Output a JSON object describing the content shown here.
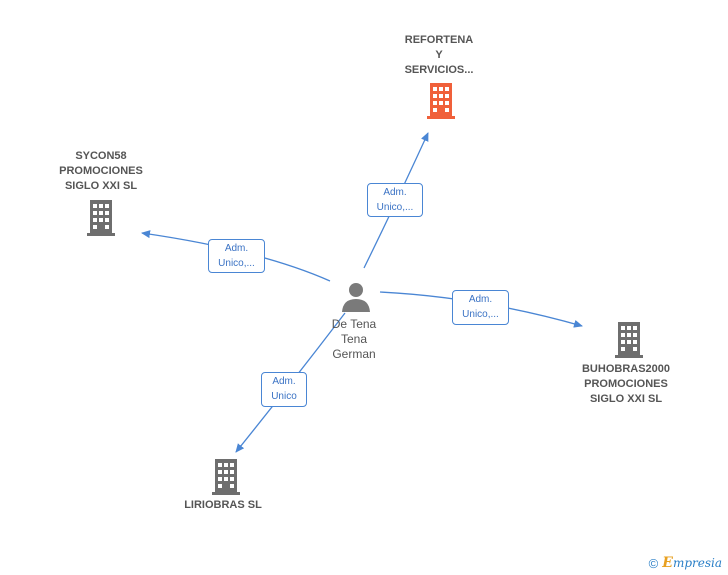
{
  "colors": {
    "edge": "#4a86d4",
    "building_default": "#6e6e6e",
    "building_highlight": "#f0603a",
    "person": "#7a7a7a",
    "text": "#555555"
  },
  "person": {
    "name": "De Tena\nTena\nGerman",
    "icon": "person-icon"
  },
  "companies": [
    {
      "id": "refortena",
      "name": "REFORTENA\nY\nSERVICIOS...",
      "icon": "building-icon",
      "highlight": true
    },
    {
      "id": "sycon58",
      "name": "SYCON58\nPROMOCIONES\nSIGLO XXI  SL",
      "icon": "building-icon",
      "highlight": false
    },
    {
      "id": "buhobras",
      "name": "BUHOBRAS2000\nPROMOCIONES\nSIGLO XXI  SL",
      "icon": "building-icon",
      "highlight": false
    },
    {
      "id": "liriobras",
      "name": "LIRIOBRAS  SL",
      "icon": "building-icon",
      "highlight": false
    }
  ],
  "edges": [
    {
      "to": "refortena",
      "label": "Adm.\nUnico,..."
    },
    {
      "to": "sycon58",
      "label": "Adm.\nUnico,..."
    },
    {
      "to": "buhobras",
      "label": "Adm.\nUnico,..."
    },
    {
      "to": "liriobras",
      "label": "Adm.\nUnico"
    }
  ],
  "footer": {
    "copyright": "©",
    "brand_initial": "E",
    "brand_rest": "mpresia"
  }
}
